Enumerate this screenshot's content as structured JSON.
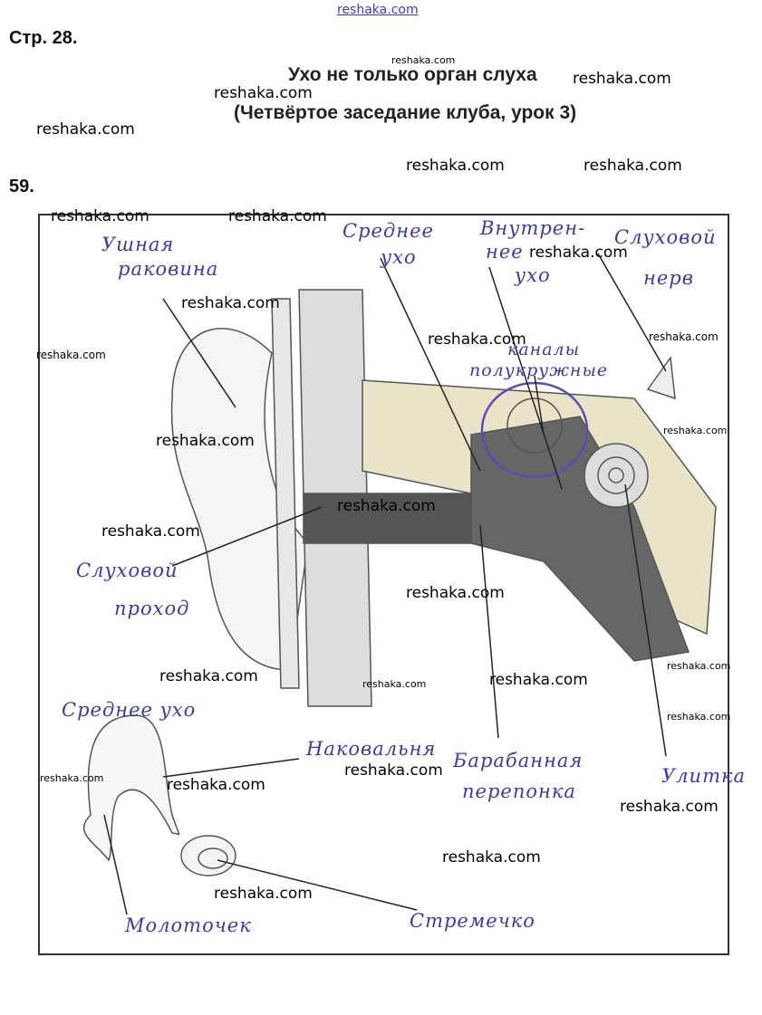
{
  "header": {
    "page": "Стр. 28.",
    "task_number": "59.",
    "title": "Ухо не только орган слуха",
    "subtitle": "(Четвёртое заседание клуба, урок 3)"
  },
  "watermark_top": "reshaka.com",
  "watermarks": [
    "reshaka.com",
    "reshaka.com",
    "reshaka.com",
    "reshaka.com",
    "reshaka.com",
    "reshaka.com",
    "reshaka.com",
    "reshaka.com",
    "reshaka.com",
    "reshaka.com",
    "reshaka.com",
    "reshaka.com",
    "reshaka.com",
    "reshaka.com",
    "reshaka.com",
    "reshaka.com",
    "reshaka.com",
    "reshaka.com",
    "reshaka.com",
    "reshaka.com",
    "reshaka.com",
    "reshaka.com",
    "reshaka.com",
    "reshaka.com",
    "reshaka.com",
    "reshaka.com",
    "reshaka.com",
    "reshaka.com",
    "reshaka.com"
  ],
  "labels": {
    "outer_ear_1": "Ушная",
    "outer_ear_2": "раковина",
    "middle_ear_1": "Среднее",
    "middle_ear_2": "ухо",
    "inner_ear_1": "Внутрен-",
    "inner_ear_2": "нее",
    "inner_ear_3": "ухо",
    "nerve_1": "Слуховой",
    "nerve_2": "нерв",
    "canals_1": "каналы",
    "canals_2": "полукружные",
    "canal_1": "Слуховой",
    "canal_2": "проход",
    "drum_1": "Барабанная",
    "drum_2": "перепонка",
    "cochlea": "Улитка",
    "middle_ear_small": "Среднее ухо",
    "incus": "Наковальня",
    "malleus": "Молоточек",
    "stapes": "Стремечко"
  },
  "colors": {
    "ink": "#3a3aa8",
    "frame": "#333333"
  }
}
